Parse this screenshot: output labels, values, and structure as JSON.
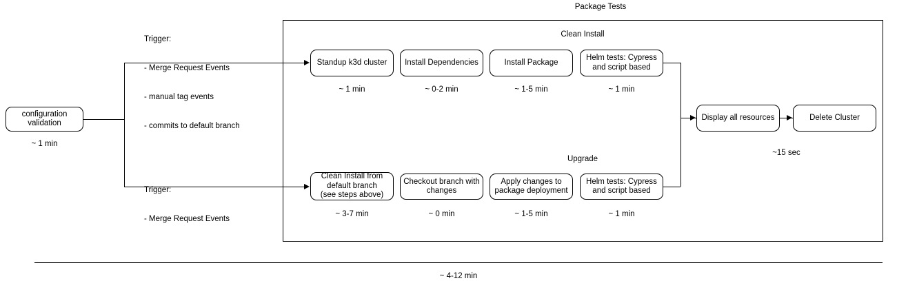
{
  "diagram": {
    "title": "Package Tests",
    "total_duration": "~ 4-12 min"
  },
  "start": {
    "node_label_line1": "configuration",
    "node_label_line2": "validation",
    "duration": "~ 1 min"
  },
  "triggers": {
    "clean_install": {
      "heading": "Trigger:",
      "items": [
        "- Merge Request Events",
        "- manual tag events",
        "- commits to default branch"
      ]
    },
    "upgrade": {
      "heading": "Trigger:",
      "items": [
        "- Merge Request Events"
      ]
    }
  },
  "lanes": [
    {
      "name": "clean-install",
      "title": "Clean Install",
      "steps": [
        {
          "label_lines": [
            "Standup k3d cluster"
          ],
          "duration": "~ 1 min"
        },
        {
          "label_lines": [
            "Install Dependencies"
          ],
          "duration": "~ 0-2 min"
        },
        {
          "label_lines": [
            "Install Package"
          ],
          "duration": "~ 1-5 min"
        },
        {
          "label_lines": [
            "Helm tests: Cypress",
            "and script based"
          ],
          "duration": "~ 1 min"
        }
      ]
    },
    {
      "name": "upgrade",
      "title": "Upgrade",
      "steps": [
        {
          "label_lines": [
            "Clean Install from",
            "default branch",
            "(see steps above)"
          ],
          "duration": "~ 3-7 min"
        },
        {
          "label_lines": [
            "Checkout branch with",
            "changes"
          ],
          "duration": "~ 0 min"
        },
        {
          "label_lines": [
            "Apply changes to",
            "package deployment"
          ],
          "duration": "~ 1-5 min"
        },
        {
          "label_lines": [
            "Helm tests: Cypress",
            "and script based"
          ],
          "duration": "~ 1 min"
        }
      ]
    }
  ],
  "teardown": {
    "steps": [
      {
        "label": "Display all resources"
      },
      {
        "label": "Delete Cluster"
      }
    ],
    "duration": "~15 sec"
  }
}
